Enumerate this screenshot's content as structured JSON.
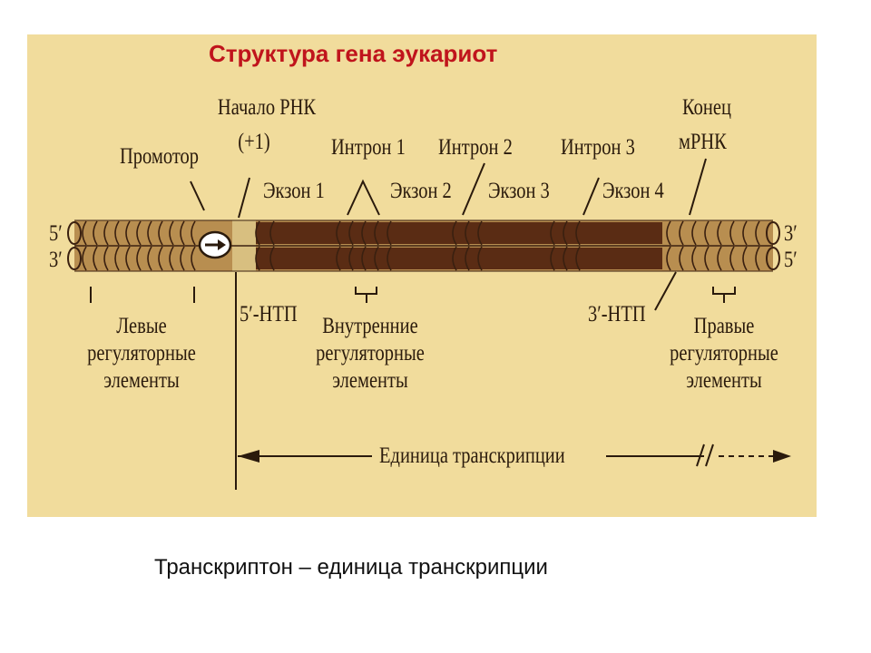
{
  "title": "Структура гена эукариот",
  "caption": "Транскриптон – единица транскрипции",
  "labels": {
    "rna_start_line1": "Начало РНК",
    "rna_start_line2": "(+1)",
    "promoter": "Промотор",
    "intron1": "Интрон 1",
    "intron2": "Интрон 2",
    "intron3": "Интрон 3",
    "mrna_end_line1": "Конец",
    "mrna_end_line2": "мРНК",
    "exon1": "Экзон 1",
    "exon2": "Экзон 2",
    "exon3": "Экзон 3",
    "exon4": "Экзон 4",
    "five_prime_top": "5′",
    "three_prime_bottom_left": "3′",
    "three_prime_top_right": "3′",
    "five_prime_bottom_right": "5′",
    "utr5": "5′-НТП",
    "utr3": "3′-НТП",
    "left_reg_1": "Левые",
    "left_reg_2": "регуляторные",
    "left_reg_3": "элементы",
    "int_reg_1": "Внутренние",
    "int_reg_2": "регуляторные",
    "int_reg_3": "элементы",
    "right_reg_1": "Правые",
    "right_reg_2": "регуляторные",
    "right_reg_3": "элементы",
    "transcription_unit": "Единица транскрипции"
  },
  "colors": {
    "panel": "#f1dc9c",
    "title": "#c0141c",
    "strand_light": "#b88e50",
    "strand_dark": "#5a2c14",
    "ink": "#2a1a0c"
  }
}
